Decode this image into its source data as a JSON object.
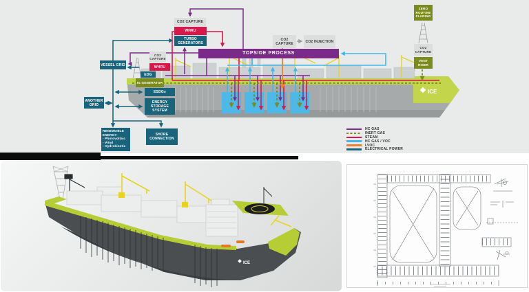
{
  "colors": {
    "teal": "#19647b",
    "red": "#d8174b",
    "purple": "#7c2a8a",
    "olive": "#7b8b1e",
    "cyan": "#44b6e8",
    "orange": "#ef8030",
    "lime": "#c3d54a",
    "gray_box": "#dcdddd"
  },
  "top_diagram": {
    "boxes": {
      "co2_capture_top": "CO2 CAPTURE",
      "whru_top": "WHRU",
      "turbo_generators": "TURBO GENERATORS",
      "topside_process": "TOPSIDE PROCESS",
      "co2_capture_mid": "CO2 CAPTURE",
      "co2_injection": "CO2 INJECTION",
      "vessel_grid": "VESSEL GRID",
      "co2_capture_left": "CO2 CAPTURE",
      "whru_left": "WHRU",
      "edg": "EDG",
      "ig_generator": "IG GENERATOR",
      "esdgs": "ESDGs",
      "energy_storage": "ENERGY STORAGE SYSTEM",
      "another_grid": "ANOTHER GRID",
      "renewable_energy_title": "RENEWABLE ENERGY",
      "renewable_items": [
        "- Photovoltaic",
        "- Wind",
        "- Hydrokinetic"
      ],
      "shore_connection": "SHORE CONNECTION",
      "zero_routine_flaring": "ZERO ROUTINE FLARING",
      "co2_capture_right": "CO2 CAPTURE",
      "vent_riser": "VENT RISER"
    },
    "ship_logo": "ICE",
    "legend": {
      "items": [
        {
          "label": "HC GAS",
          "color": "#7c2a8a",
          "dash": false
        },
        {
          "label": "INERT GAS",
          "color": "#7b8b1e",
          "dash": true
        },
        {
          "label": "STEAM",
          "color": "#d8174b",
          "dash": false
        },
        {
          "label": "HC GAS / VOC",
          "color": "#44b6e8",
          "dash": false
        },
        {
          "label": "LVOC",
          "color": "#ef8030",
          "dash": false
        },
        {
          "label": "ELECTRICAL POWER",
          "color": "#19647b",
          "dash": false
        }
      ]
    }
  },
  "render_panel": {
    "hull_logo": "ICE"
  }
}
